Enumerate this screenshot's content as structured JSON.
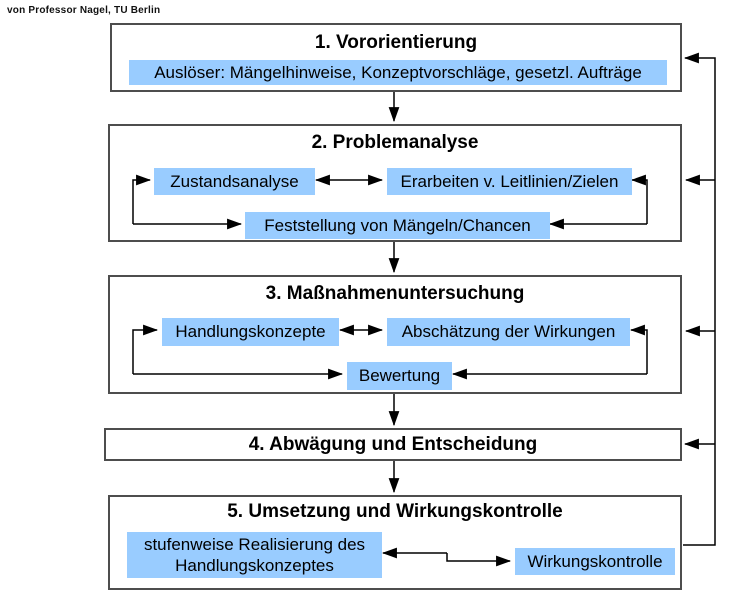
{
  "caption": "von Professor Nagel, TU Berlin",
  "colors": {
    "highlight": "#99CCFF",
    "box_border": "#4D4D4D",
    "line": "#000000"
  },
  "stages": [
    {
      "title": "1. Vororientierung",
      "trigger": "Auslöser: Mängelhinweise, Konzeptvorschläge, gesetzl. Aufträge"
    },
    {
      "title": "2. Problemanalyse",
      "left": "Zustandsanalyse",
      "right": "Erarbeiten v. Leitlinien/Zielen",
      "bottom": "Feststellung von Mängeln/Chancen"
    },
    {
      "title": "3. Maßnahmenuntersuchung",
      "left": "Handlungskonzepte",
      "right": "Abschätzung der Wirkungen",
      "bottom": "Bewertung"
    },
    {
      "title": "4. Abwägung und Entscheidung"
    },
    {
      "title": "5. Umsetzung und Wirkungskontrolle",
      "left": "stufenweise Realisierung des Handlungskonzeptes",
      "right": "Wirkungskontrolle"
    }
  ]
}
